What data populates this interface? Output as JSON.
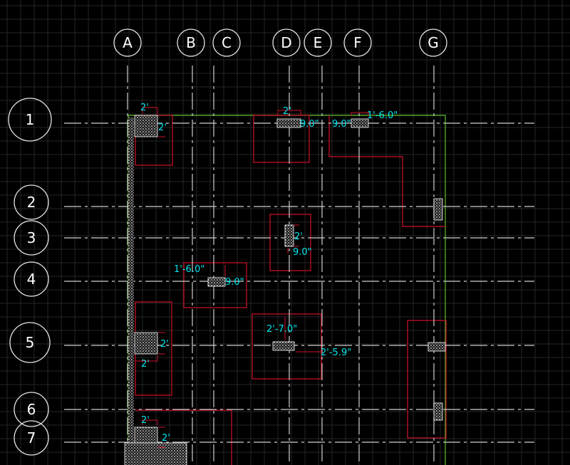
{
  "colors": {
    "background": "#000000",
    "grid": "#2a2a2a",
    "gridline": "#cfcfcf",
    "footing": "#d0102a",
    "boundary": "#5fbf2a",
    "dimension": "#00e5ee",
    "column_fill": "#cccccc"
  },
  "column_grid": {
    "labels": [
      "A",
      "B",
      "C",
      "D",
      "E",
      "F",
      "G"
    ]
  },
  "row_grid": {
    "labels": [
      "1",
      "2",
      "3",
      "4",
      "5",
      "6",
      "7"
    ]
  },
  "dimensions": {
    "a1_top": "2'",
    "a1_side": "2'",
    "d1_top": "2'",
    "d1_side": "9.0\"",
    "f1_left": "9.0\"",
    "f1_right": "1'-6.0\"",
    "d3_side": "2'",
    "d3_bottom": "9.0\"",
    "c4_top": "1'-6.0\"",
    "c4_side": "9.0\"",
    "a5_side": "2'",
    "a5_bottom": "2'",
    "d5_top": "2'-7.0\"",
    "d5_side": "2'-5.9\"",
    "a7_top": "2'",
    "a7_side": "2'"
  }
}
